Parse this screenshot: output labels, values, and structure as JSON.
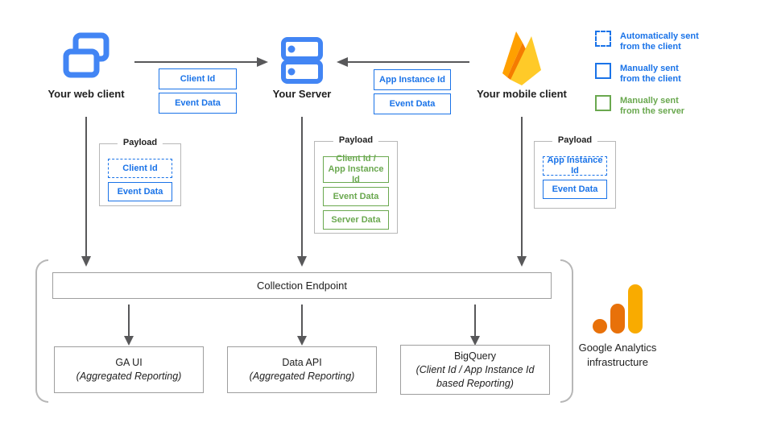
{
  "colors": {
    "blue": "#1a73e8",
    "icon_blue": "#4285f4",
    "green": "#6aa84f",
    "box_border_gray": "#9e9e9e",
    "bracket_gray": "#b7b7b7",
    "arrow_gray": "#58585a",
    "text_dark": "#212121",
    "firebase_left": "#ffa000",
    "firebase_mid": "#f57c00",
    "firebase_main": "#ffca28",
    "ga_orange": "#e8710a",
    "ga_yellow": "#f9ab00"
  },
  "nodes": {
    "web_client": {
      "label": "Your web client",
      "icon": "web-client-icon"
    },
    "server": {
      "label": "Your Server",
      "icon": "server-icon"
    },
    "mobile_client": {
      "label": "Your mobile client",
      "icon": "firebase-icon"
    }
  },
  "flows": {
    "web_to_server": {
      "labels": [
        "Client Id",
        "Event Data"
      ]
    },
    "mobile_to_server": {
      "labels": [
        "App Instance Id",
        "Event Data"
      ]
    }
  },
  "legend": {
    "items": [
      {
        "swatch": "dashed-blue",
        "lines": [
          "Automatically sent",
          "from the client"
        ]
      },
      {
        "swatch": "solid-blue",
        "lines": [
          "Manually sent",
          "from the client"
        ]
      },
      {
        "swatch": "solid-green",
        "lines": [
          "Manually sent",
          "from the server"
        ]
      }
    ]
  },
  "payloads": [
    {
      "title": "Payload",
      "items": [
        {
          "style": "dashed-blue",
          "lines": [
            "Client Id"
          ]
        },
        {
          "style": "solid-blue",
          "lines": [
            "Event Data"
          ]
        }
      ]
    },
    {
      "title": "Payload",
      "items": [
        {
          "style": "solid-green",
          "lines": [
            "Client Id /",
            "App Instance Id"
          ]
        },
        {
          "style": "solid-green",
          "lines": [
            "Event Data"
          ]
        },
        {
          "style": "solid-green",
          "lines": [
            "Server Data"
          ]
        }
      ]
    },
    {
      "title": "Payload",
      "items": [
        {
          "style": "dashed-blue",
          "lines": [
            "App Instance Id"
          ]
        },
        {
          "style": "solid-blue",
          "lines": [
            "Event Data"
          ]
        }
      ]
    }
  ],
  "infrastructure": {
    "endpoint_label": "Collection Endpoint",
    "outputs": [
      {
        "lines": [
          "GA UI",
          "(Aggregated Reporting)"
        ]
      },
      {
        "lines": [
          "Data API",
          "(Aggregated Reporting)"
        ]
      },
      {
        "lines": [
          "BigQuery",
          "(Client Id / App Instance Id",
          "based Reporting)"
        ]
      }
    ],
    "caption_lines": [
      "Google Analytics",
      "infrastructure"
    ]
  }
}
